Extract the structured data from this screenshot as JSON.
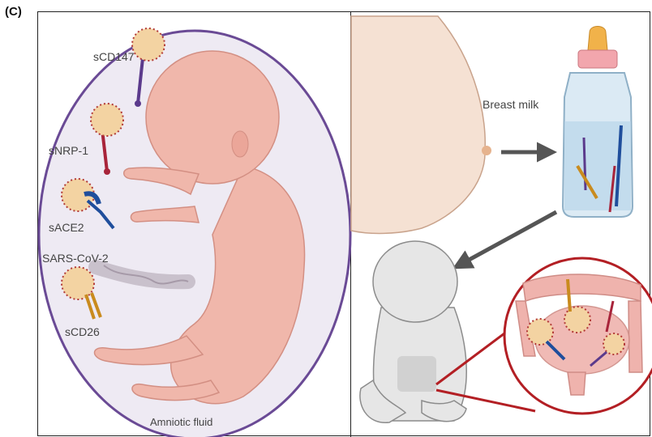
{
  "panel_letter": "(C)",
  "labels": {
    "scd147": "sCD147",
    "snrp1": "sNRP-1",
    "sace2": "sACE2",
    "sarscov2": "SARS-CoV-2",
    "scd26": "sCD26",
    "amniotic_fluid": "Amniotic fluid",
    "breast_milk": "Breast milk"
  },
  "colors": {
    "amniotic_sac_fill": "#eeeaf3",
    "amniotic_sac_border": "#6a4a95",
    "fetus_skin": "#f0b7ab",
    "virus": "#f3d3a2",
    "virus_spike": "#b23a37",
    "scd147": "#5b3a8c",
    "snrp1": "#a8243a",
    "sace2": "#1f4e9c",
    "scd26": "#c98b1e",
    "zoom_circle": "#b31f24",
    "bottle_cap": "#f2a6ad",
    "bottle_nipple": "#f1b24a",
    "arrow": "#555555"
  }
}
